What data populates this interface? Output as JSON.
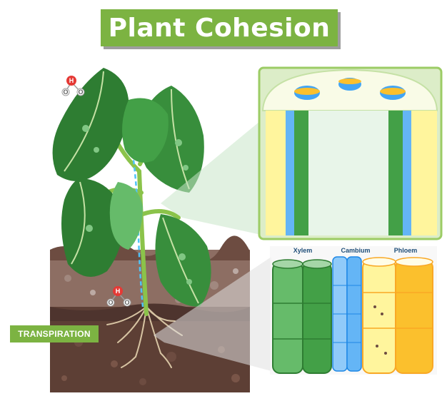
{
  "title": "Plant Cohesion",
  "label_transpiration": "TRANSPIRATION",
  "tissues": {
    "xylem": "Xylem",
    "cambium": "Cambium",
    "phloem": "Phloem"
  },
  "molecule": {
    "hydrogen": "H",
    "oxygen": "O"
  },
  "colors": {
    "title_bg": "#7cb342",
    "xylem": "#43a047",
    "cambium": "#64b5f6",
    "phloem": "#fbc02d",
    "soil": "#6d4c41",
    "water": "#4fc3f7"
  }
}
